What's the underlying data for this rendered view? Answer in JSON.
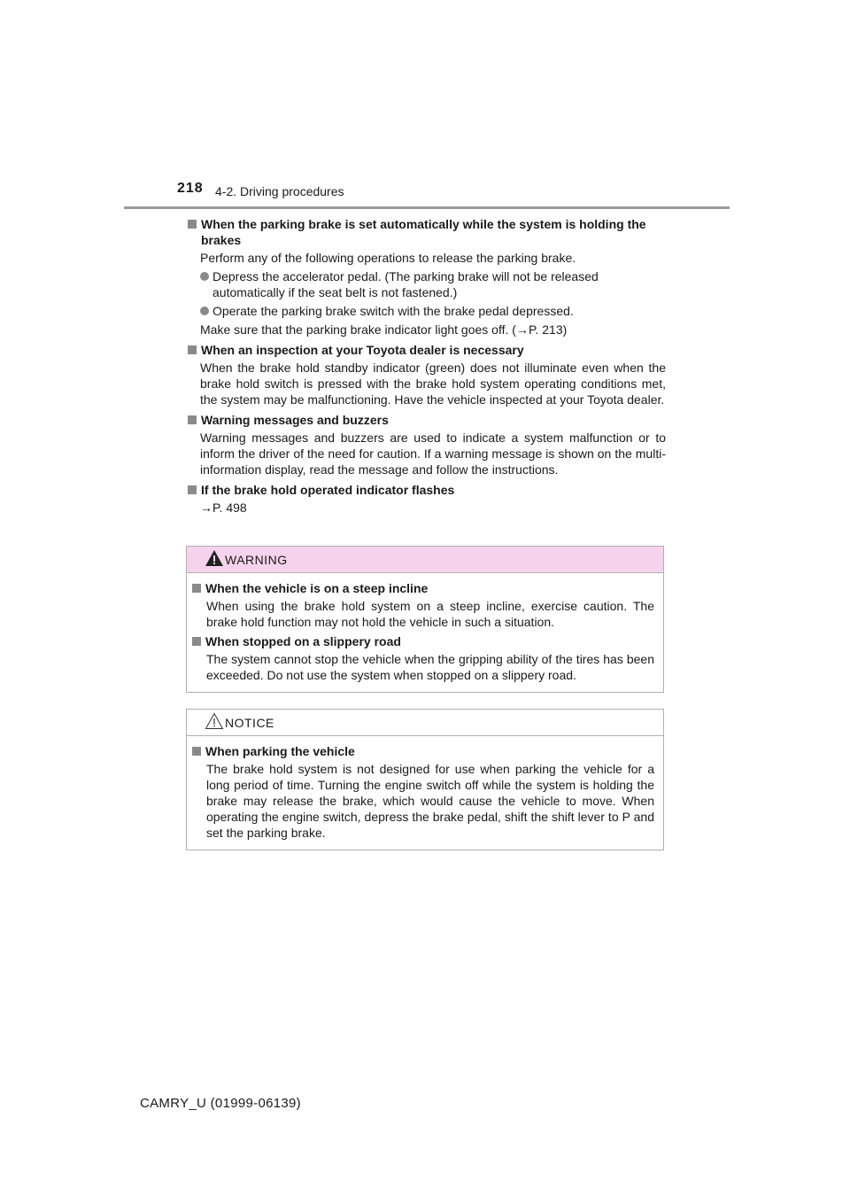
{
  "header": {
    "page_number": "218",
    "section": "4-2. Driving procedures"
  },
  "sections": [
    {
      "heading": "When the parking brake is set automatically while the system is holding the brakes",
      "text": "Perform any of the following operations to release the parking brake.",
      "bullets": [
        "Depress the accelerator pedal. (The parking brake will not be released automatically if the seat belt is not fastened.)",
        "Operate the parking brake switch with the brake pedal depressed."
      ],
      "after": "Make sure that the parking brake indicator light goes off. (→P. 213)"
    },
    {
      "heading": "When an inspection at your Toyota dealer is necessary",
      "text": "When the brake hold standby indicator (green) does not illuminate even when the brake hold switch is pressed with the brake hold system operating conditions met, the system may be malfunctioning. Have the vehicle inspected at your Toyota dealer."
    },
    {
      "heading": "Warning messages and buzzers",
      "text": "Warning messages and buzzers are used to indicate a system malfunction or to inform the driver of the need for caution. If a warning message is shown on the multi-information display, read the message and follow the instructions."
    },
    {
      "heading": "If the brake hold operated indicator flashes",
      "text": "→P. 498"
    }
  ],
  "warning": {
    "title": "WARNING",
    "items": [
      {
        "heading": "When the vehicle is on a steep incline",
        "text": "When using the brake hold system on a steep incline, exercise caution. The brake hold function may not hold the vehicle in such a situation."
      },
      {
        "heading": "When stopped on a slippery road",
        "text": "The system cannot stop the vehicle when the gripping ability of the tires has been exceeded. Do not use the system when stopped on a slippery road."
      }
    ]
  },
  "notice": {
    "title": "NOTICE",
    "items": [
      {
        "heading": "When parking the vehicle",
        "text": "The brake hold system is not designed for use when parking the vehicle for a long period of time. Turning the engine switch off while the system is holding the brake may release the brake, which would cause the vehicle to move. When operating the engine switch, depress the brake pedal, shift the shift lever to P and set the parking brake."
      }
    ]
  },
  "footer": "CAMRY_U (01999-06139)",
  "colors": {
    "warning_header": "#f5d3ec",
    "rule": "#9a9a9a"
  }
}
